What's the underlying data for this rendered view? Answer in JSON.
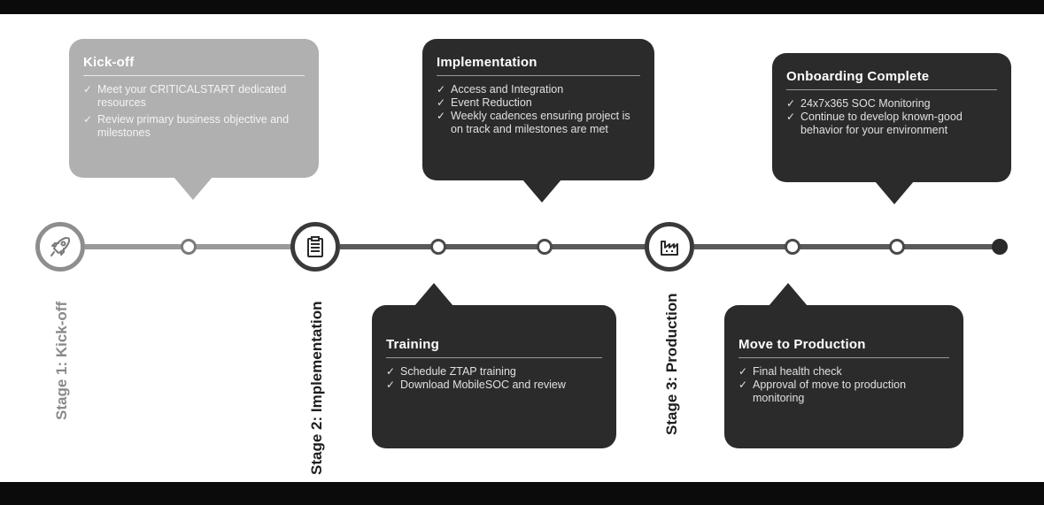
{
  "stages": [
    {
      "label": "Stage 1: Kick-off",
      "icon": "rocket-icon"
    },
    {
      "label": "Stage 2: Implementation",
      "icon": "clipboard-icon"
    },
    {
      "label": "Stage 3: Production",
      "icon": "factory-icon"
    }
  ],
  "callouts": {
    "kickoff": {
      "title": "Kick-off",
      "items": [
        "Meet your CRITICALSTART dedicated resources",
        "Review primary business objective and milestones"
      ]
    },
    "implementation": {
      "title": "Implementation",
      "items": [
        "Access and Integration",
        "Event Reduction",
        "Weekly cadences ensuring project is on track and milestones are met"
      ]
    },
    "onboarding": {
      "title": "Onboarding Complete",
      "items": [
        "24x7x365 SOC Monitoring",
        "Continue to develop known-good behavior for your environment"
      ]
    },
    "training": {
      "title": "Training",
      "items": [
        "Schedule ZTAP training",
        "Download MobileSOC and review"
      ]
    },
    "production": {
      "title": "Move to Production",
      "items": [
        "Final health check",
        "Approval of move to production monitoring"
      ]
    }
  },
  "colors": {
    "dark_box": "#2b2b2b",
    "light_box": "#b0b0b0",
    "bar": "#0b0b0b"
  }
}
